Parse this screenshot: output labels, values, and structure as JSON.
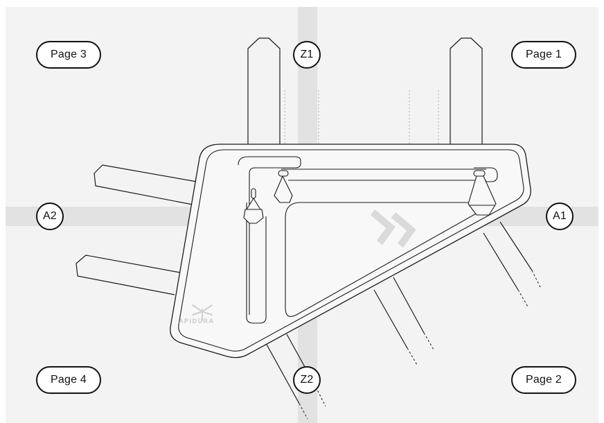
{
  "labels": {
    "page1": "Page 1",
    "page2": "Page 2",
    "page3": "Page 3",
    "page4": "Page 4",
    "z1": "Z1",
    "z2": "Z2",
    "a1": "A1",
    "a2": "A2"
  },
  "brand": {
    "name": "APIDURA",
    "logo": "apidura-bee-logo"
  },
  "icons": {
    "watermark": "double-chevron-icon"
  },
  "colors": {
    "background": "#f3f3f3",
    "guide_band": "#e2e2e2",
    "outline": "#1a1a1a",
    "label_border": "#111111"
  }
}
